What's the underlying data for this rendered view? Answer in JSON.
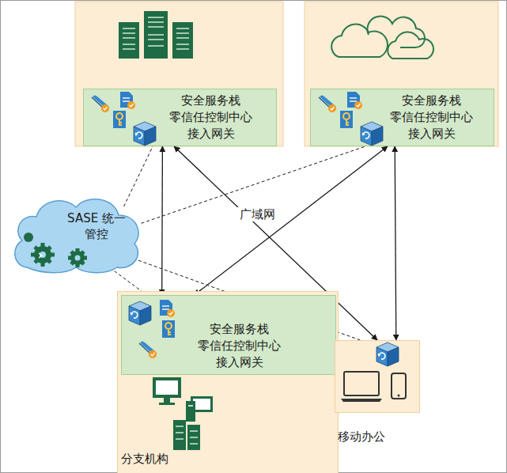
{
  "diagram": {
    "nodes": [
      {
        "text": [
          "安全服务栈",
          "零信任控制中心",
          "接入网关"
        ]
      },
      {
        "text": [
          "安全服务栈",
          "零信任控制中心",
          "接入网关"
        ]
      },
      {
        "text": [
          "SASE 统一管控"
        ]
      },
      {
        "text": [
          "分支机构"
        ]
      },
      {
        "text": [
          "安全服务栈",
          "零信任控制中心",
          "接入网关"
        ],
        "in": 3
      },
      {
        "text": [
          "移动办公"
        ]
      }
    ],
    "edges": [
      {
        "from": 0,
        "to": 4,
        "arrow": "both"
      },
      {
        "from": 0,
        "to": 5,
        "arrow": "both"
      },
      {
        "from": 1,
        "to": 4,
        "arrow": "both"
      },
      {
        "from": 1,
        "to": 5,
        "arrow": "both"
      },
      {
        "from": 2,
        "to": 0,
        "arrow": "none"
      },
      {
        "from": 2,
        "to": 1,
        "arrow": "none"
      },
      {
        "from": 2,
        "to": 4,
        "arrow": "none"
      },
      {
        "from": 2,
        "to": 5,
        "arrow": "none"
      }
    ],
    "labels": [
      "广域网"
    ]
  }
}
